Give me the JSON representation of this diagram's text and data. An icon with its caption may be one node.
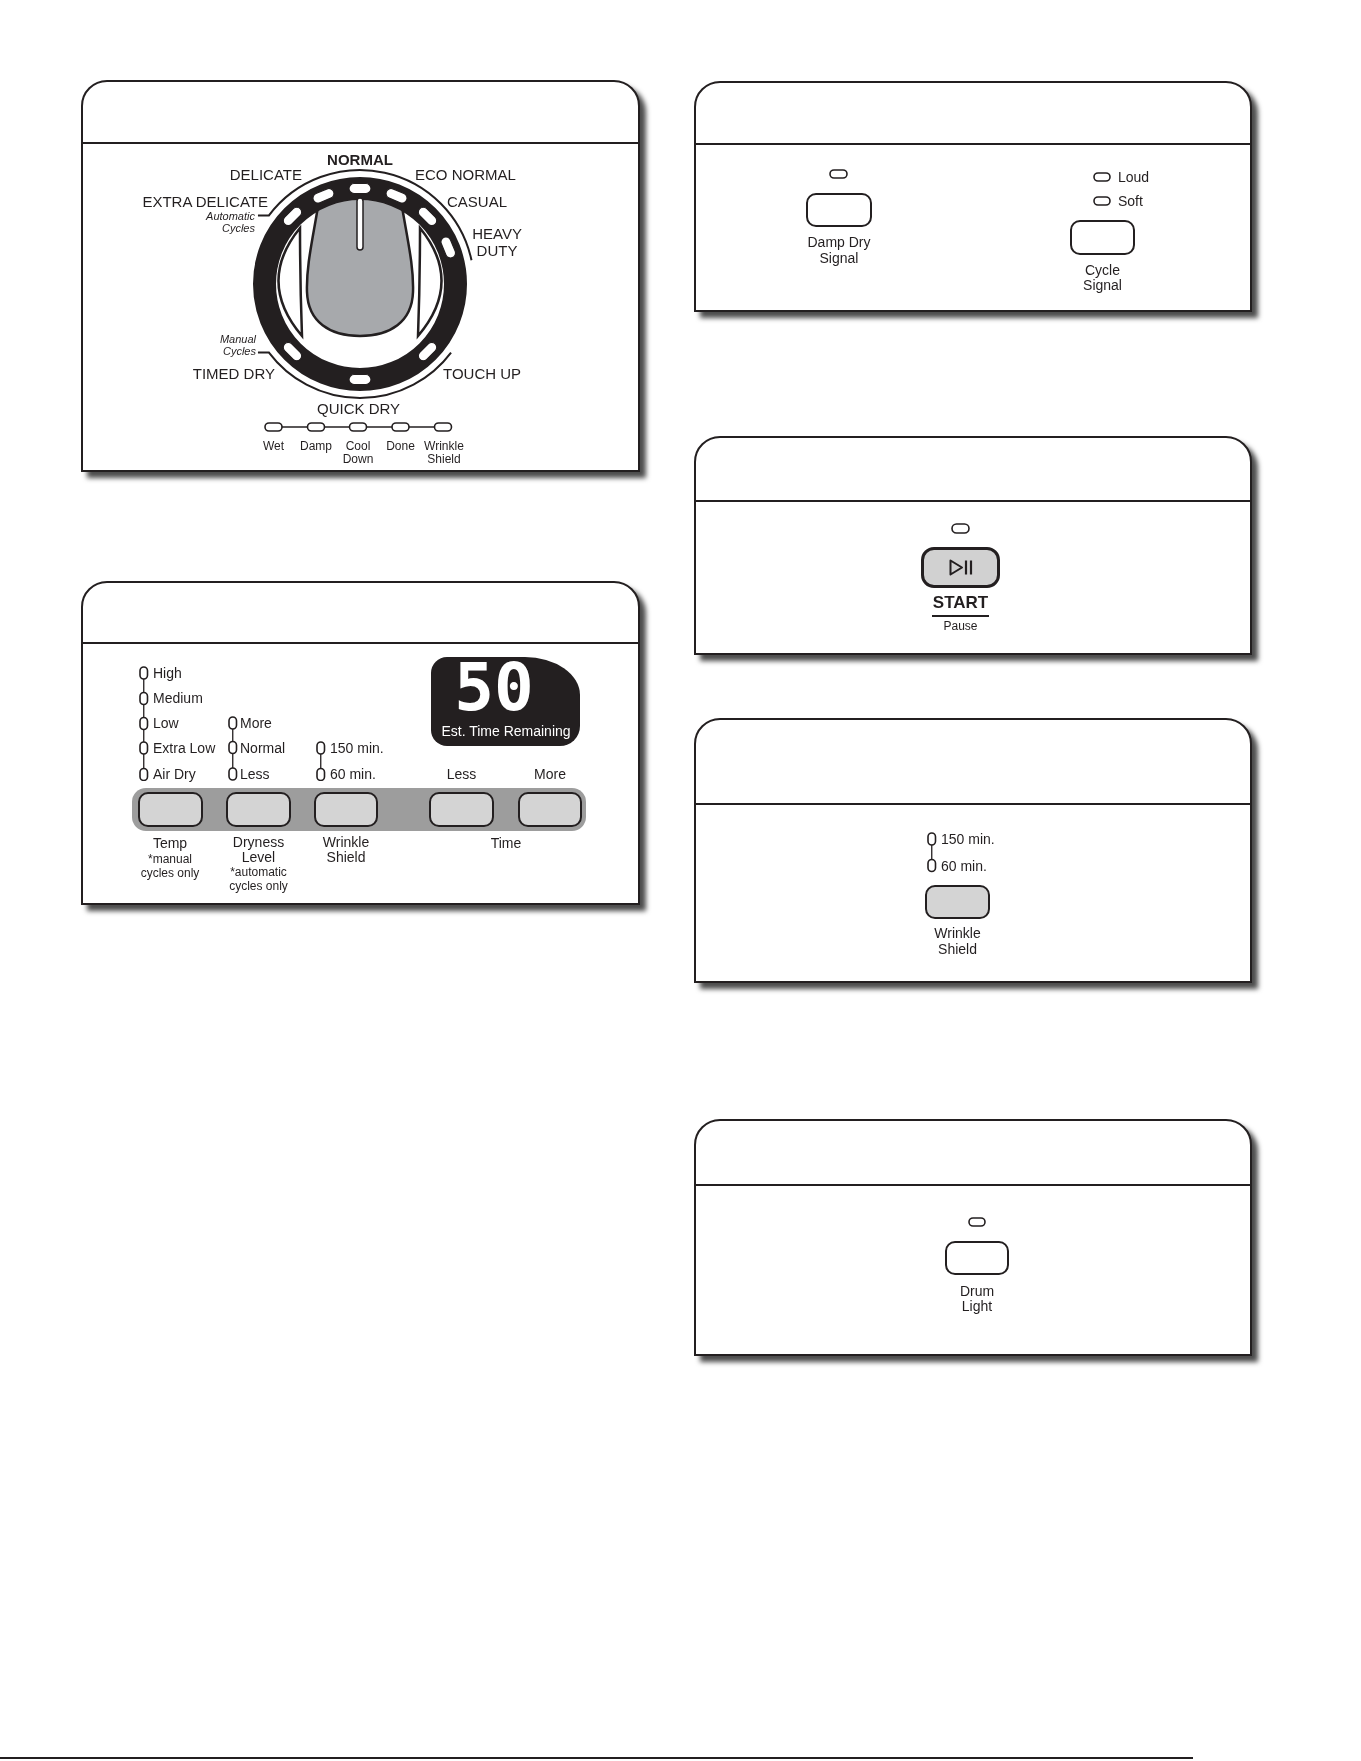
{
  "diagram": {
    "nodes": [
      {
        "text": [],
        "shape": "box"
      },
      {
        "text": [],
        "shape": "box"
      },
      {
        "text": [
          "50",
          "Est. Time Remaining"
        ],
        "in": 1
      },
      {
        "text": [],
        "shape": "box",
        "in": 1,
        "beside": [
          "Temp",
          "*manual cycles only"
        ]
      },
      {
        "text": [],
        "shape": "box",
        "in": 1,
        "beside": [
          "Dryness Level",
          "*automatic cycles only"
        ]
      },
      {
        "text": [],
        "shape": "box",
        "in": 1,
        "beside": [
          "Wrinkle Shield"
        ]
      },
      {
        "text": [],
        "shape": "box",
        "in": 1,
        "beside": [
          "Less"
        ]
      },
      {
        "text": [],
        "shape": "box",
        "in": 1,
        "beside": [
          "More"
        ]
      },
      {
        "text": [],
        "shape": "box"
      },
      {
        "text": [],
        "shape": "box",
        "in": 8,
        "beside": [
          "Damp Dry Signal"
        ]
      },
      {
        "text": [],
        "shape": "box",
        "in": 8,
        "beside": [
          "Cycle Signal"
        ]
      },
      {
        "text": [],
        "shape": "box"
      },
      {
        "text": [],
        "shape": "box",
        "in": 11,
        "beside": [
          "START",
          "Pause"
        ]
      },
      {
        "text": [],
        "shape": "box"
      },
      {
        "text": [],
        "shape": "box",
        "in": 13,
        "beside": [
          "Wrinkle Shield"
        ]
      },
      {
        "text": [],
        "shape": "box"
      },
      {
        "text": [],
        "shape": "box",
        "in": 15,
        "beside": [
          "Drum Light"
        ]
      }
    ],
    "labels": [
      "NORMAL",
      "DELICATE",
      "ECO NORMAL",
      "EXTRA DELICATE",
      "CASUAL",
      "Automatic Cycles",
      "HEAVY DUTY",
      "Manual Cycles",
      "TIMED DRY",
      "TOUCH UP",
      "QUICK DRY",
      "Wet",
      "Damp",
      "Cool Down",
      "Done",
      "Wrinkle Shield",
      "High",
      "Medium",
      "Low",
      "More",
      "Extra Low",
      "Normal",
      "150 min.",
      "Air Dry",
      "Less",
      "60 min.",
      "Time",
      "Loud",
      "Soft",
      "150 min.",
      "60 min."
    ]
  }
}
